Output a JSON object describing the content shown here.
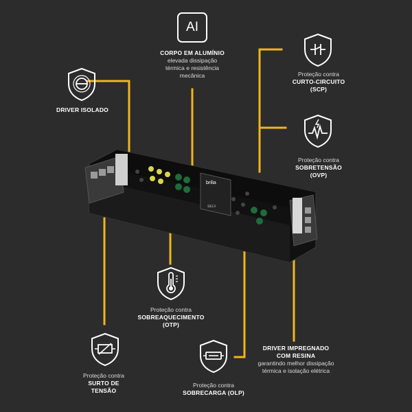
{
  "features": {
    "aluminum": {
      "title": "CORPO EM ALUMÍNIO",
      "desc1": "elevada dissipação",
      "desc2": "térmica e resistência",
      "desc3": "mecânica",
      "badge": "AI"
    },
    "isolated": {
      "title": "DRIVER ISOLADO"
    },
    "scp": {
      "pre": "Proteção contra",
      "title": "CURTO-CIRCUITO",
      "code": "(SCP)"
    },
    "ovp": {
      "pre": "Proteção contra",
      "title": "SOBRETENSÃO",
      "code": "(OVP)"
    },
    "otp": {
      "pre": "Proteção contra",
      "title": "SOBREAQUECIMENTO",
      "code": "(OTP)"
    },
    "surge": {
      "pre": "Proteção contra",
      "title1": "SURTO DE",
      "title2": "TENSÃO"
    },
    "olp": {
      "pre": "Proteção contra",
      "title": "SOBRECARGA (OLP)"
    },
    "resin": {
      "title1": "DRIVER IMPREGNADO",
      "title2": "COM RESINA",
      "desc1": "garantindo melhor dissipação",
      "desc2": "térmica e isolação elétrica"
    }
  },
  "product": {
    "brand": "brilia",
    "mark": "SELV"
  },
  "colors": {
    "background": "#2b2c2b",
    "accent": "#f2b51c",
    "icon": "#ffffff"
  }
}
